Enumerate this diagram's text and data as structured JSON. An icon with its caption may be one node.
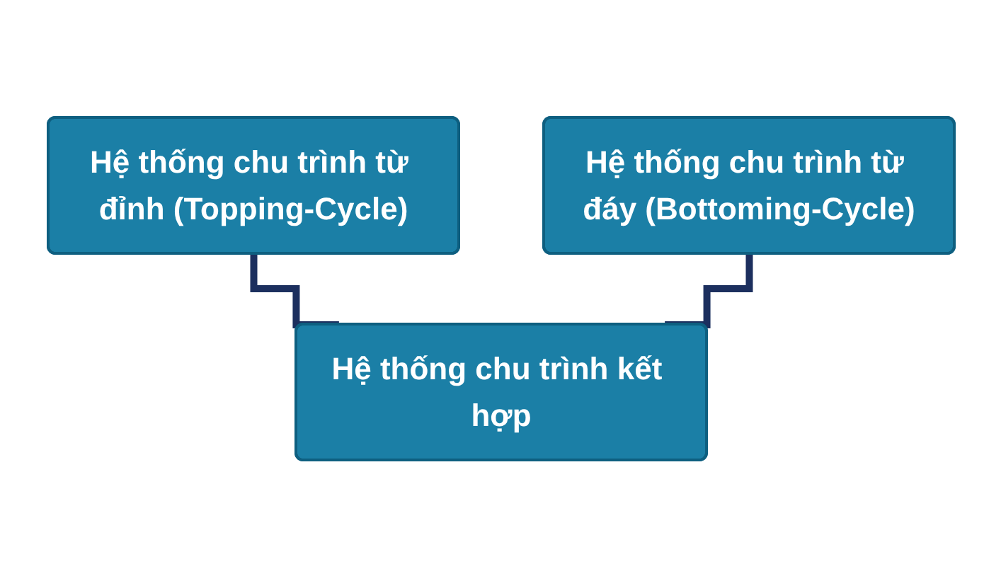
{
  "diagram": {
    "nodes": [
      {
        "text": [
          "Hệ thống chu trình từ đỉnh (Topping-Cycle)"
        ]
      },
      {
        "text": [
          "Hệ thống chu trình từ đáy (Bottoming-Cycle)"
        ]
      },
      {
        "text": [
          "Hệ thống chu trình kết hợp"
        ]
      }
    ],
    "edges": [
      {
        "from": 0,
        "to": 2,
        "arrow": "none"
      },
      {
        "from": 1,
        "to": 2,
        "arrow": "none"
      }
    ]
  }
}
